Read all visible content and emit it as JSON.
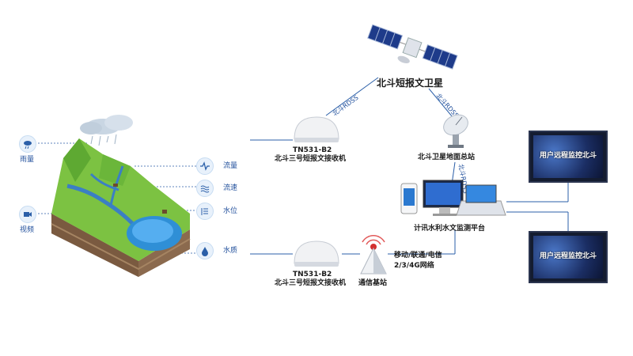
{
  "satellite": {
    "label": "北斗短报文卫星"
  },
  "links": {
    "sat_to_receiver": "北斗RDSS",
    "sat_to_ground": "北斗RDSS",
    "ground_to_platform": "北斗RDSS"
  },
  "receiver_top": {
    "model": "TN531-B2",
    "name": "北斗三号短报文接收机"
  },
  "receiver_bottom": {
    "model": "TN531-B2",
    "name": "北斗三号短报文接收机"
  },
  "ground_station": {
    "label": "北斗卫星地面总站"
  },
  "platform": {
    "label": "计讯水利水文监测平台"
  },
  "base_station": {
    "label": "通信基站"
  },
  "network": {
    "line1": "移动/联通/电信",
    "line2": "2/3/4G网络"
  },
  "monitor_top": {
    "caption": "用户远程监控北斗"
  },
  "monitor_bottom": {
    "caption": "用户远程监控北斗"
  },
  "sensors": {
    "rainfall": {
      "label": "雨量",
      "icon": "cloud-rain-icon"
    },
    "video": {
      "label": "视频",
      "icon": "camera-icon"
    },
    "flow": {
      "label": "流量",
      "icon": "pulse-icon"
    },
    "velocity": {
      "label": "流速",
      "icon": "waves-icon"
    },
    "level": {
      "label": "水位",
      "icon": "level-icon"
    },
    "quality": {
      "label": "水质",
      "icon": "water-drop-icon"
    }
  },
  "colors": {
    "line": "#2b5fa8",
    "accent": "#1f4e9b",
    "grass": "#7cc242",
    "water": "#2f8fd6"
  }
}
